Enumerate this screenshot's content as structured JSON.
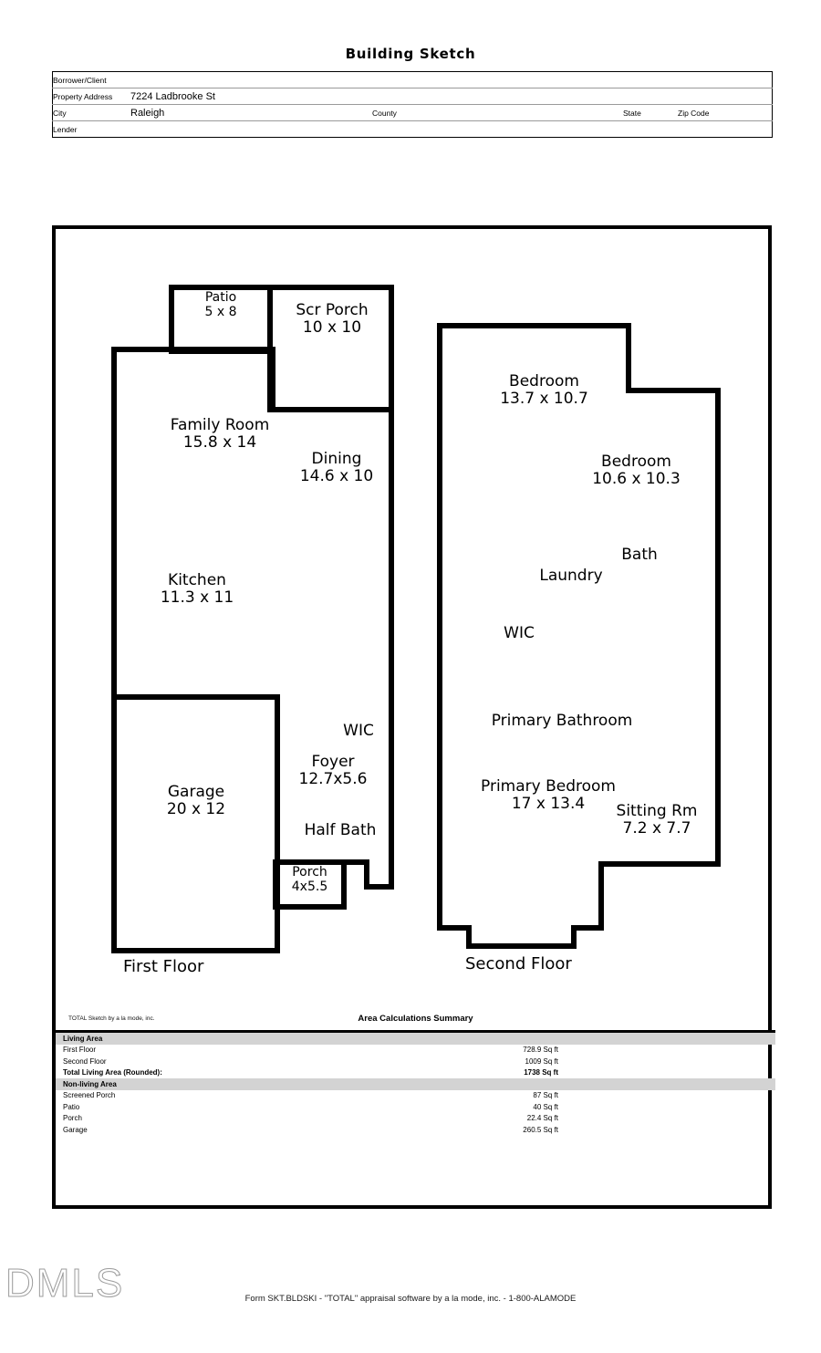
{
  "document": {
    "title": "Building Sketch",
    "form_footer": "Form SKT.BLDSKI - \"TOTAL\" appraisal software by a la mode, inc. - 1-800-ALAMODE",
    "watermark": "DMLS"
  },
  "header": {
    "rows": [
      {
        "label": "Borrower/Client",
        "value": ""
      },
      {
        "label": "Property Address",
        "value": "7224 Ladbrooke St"
      }
    ],
    "city_label": "City",
    "city_value": "Raleigh",
    "county_label": "County",
    "county_value": "",
    "state_label": "State",
    "state_value": "",
    "zip_label": "Zip Code",
    "zip_value": "",
    "lender_label": "Lender",
    "lender_value": ""
  },
  "first_floor": {
    "caption": "First Floor",
    "rooms": [
      {
        "name": "Patio",
        "dim": "5 x 8"
      },
      {
        "name": "Scr Porch",
        "dim": "10 x 10"
      },
      {
        "name": "Family Room",
        "dim": "15.8 x 14"
      },
      {
        "name": "Dining",
        "dim": "14.6 x 10"
      },
      {
        "name": "Kitchen",
        "dim": "11.3 x 11"
      },
      {
        "name": "WIC",
        "dim": ""
      },
      {
        "name": "Foyer",
        "dim": "12.7x5.6"
      },
      {
        "name": "Half Bath",
        "dim": ""
      },
      {
        "name": "Garage",
        "dim": "20 x 12"
      },
      {
        "name": "Porch",
        "dim": "4x5.5"
      }
    ]
  },
  "second_floor": {
    "caption": "Second Floor",
    "rooms": [
      {
        "name": "Bedroom",
        "dim": "13.7 x 10.7"
      },
      {
        "name": "Bedroom",
        "dim": "10.6 x 10.3"
      },
      {
        "name": "Bath",
        "dim": ""
      },
      {
        "name": "Laundry",
        "dim": ""
      },
      {
        "name": "WIC",
        "dim": ""
      },
      {
        "name": "Primary Bathroom",
        "dim": ""
      },
      {
        "name": "Primary Bedroom",
        "dim": "17 x 13.4"
      },
      {
        "name": "Sitting Rm",
        "dim": "7.2 x 7.7"
      }
    ]
  },
  "area_summary": {
    "credit": "TOTAL Sketch by a la mode, inc.",
    "title": "Area Calculations Summary",
    "sections": [
      {
        "heading": "Living Area",
        "rows": [
          {
            "label": "First Floor",
            "value": "728.9 Sq ft"
          },
          {
            "label": "Second Floor",
            "value": "1009 Sq ft"
          }
        ],
        "total": {
          "label": "Total Living Area (Rounded):",
          "value": "1738 Sq ft"
        }
      },
      {
        "heading": "Non-living Area",
        "rows": [
          {
            "label": "Screened Porch",
            "value": "87 Sq ft"
          },
          {
            "label": "Patio",
            "value": "40 Sq ft"
          },
          {
            "label": "Porch",
            "value": "22.4 Sq ft"
          },
          {
            "label": "Garage",
            "value": "260.5 Sq ft"
          }
        ],
        "total": null
      }
    ]
  },
  "chart_data": {
    "type": "table",
    "title": "Area Calculations Summary",
    "categories": [
      "First Floor",
      "Second Floor",
      "Total Living Area (Rounded)",
      "Screened Porch",
      "Patio",
      "Porch",
      "Garage"
    ],
    "values": [
      728.9,
      1009,
      1738,
      87,
      40,
      22.4,
      260.5
    ],
    "ylabel": "Sq ft"
  }
}
